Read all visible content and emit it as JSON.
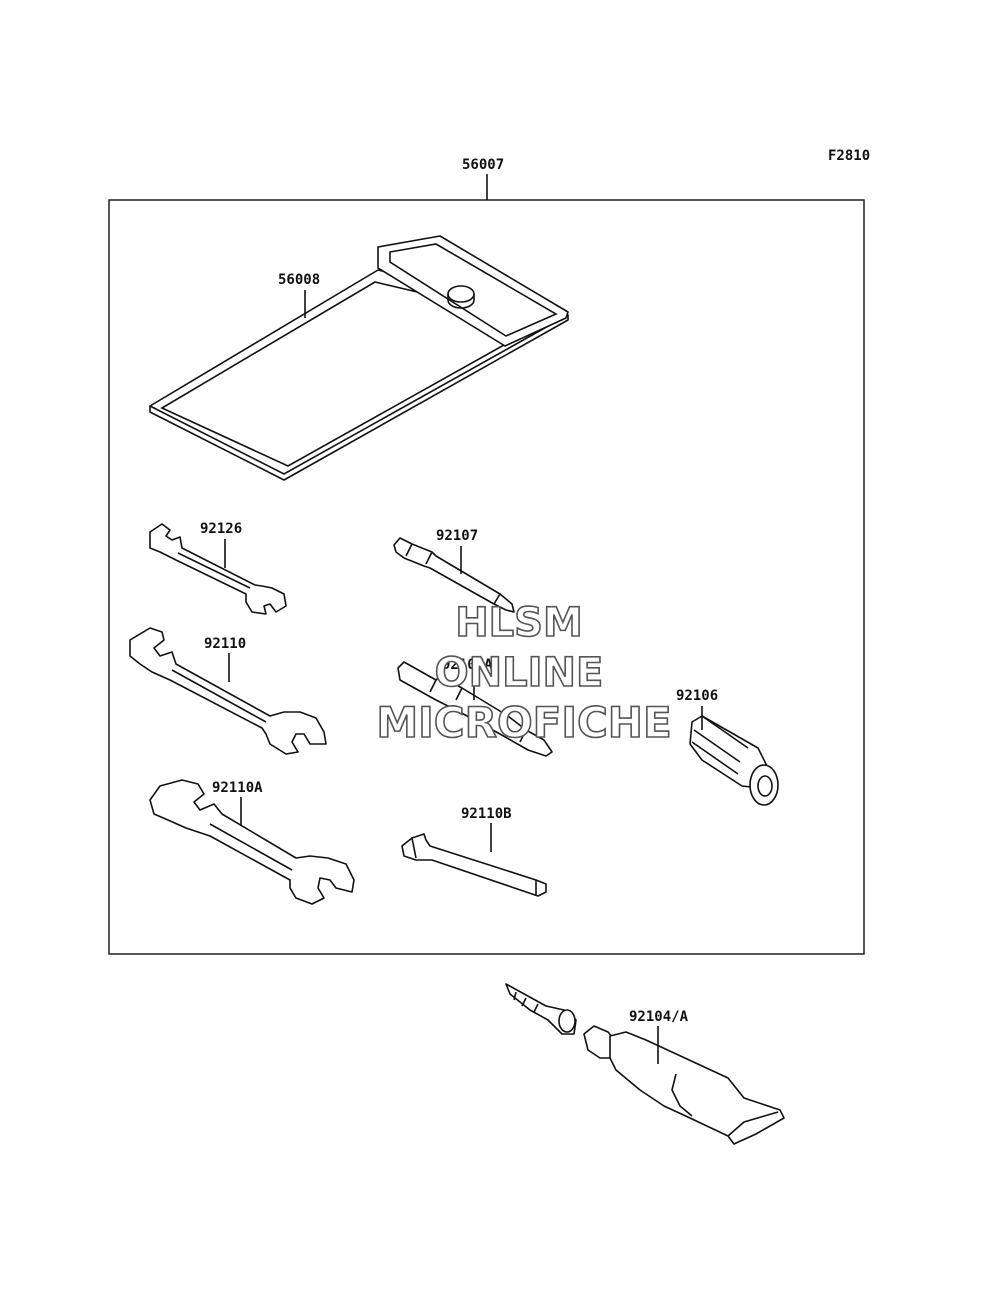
{
  "figure_code": "F2810",
  "parts": {
    "kit": "56007",
    "pouch": "56008",
    "wrench_small": "92126",
    "wrench_medium": "92110",
    "wrench_large": "92110A",
    "screwdriver_bit": "92107",
    "screwdriver_bit_alt": "92107A",
    "handle": "92106",
    "hex_key": "92110B",
    "grease_tube": "92104/A"
  },
  "watermark": {
    "line1": "HLSM",
    "line2": "ONLINE",
    "line3": "MICROFICHE"
  },
  "colors": {
    "line": "#111111",
    "watermark_outline": "#555555",
    "background": "#ffffff"
  }
}
